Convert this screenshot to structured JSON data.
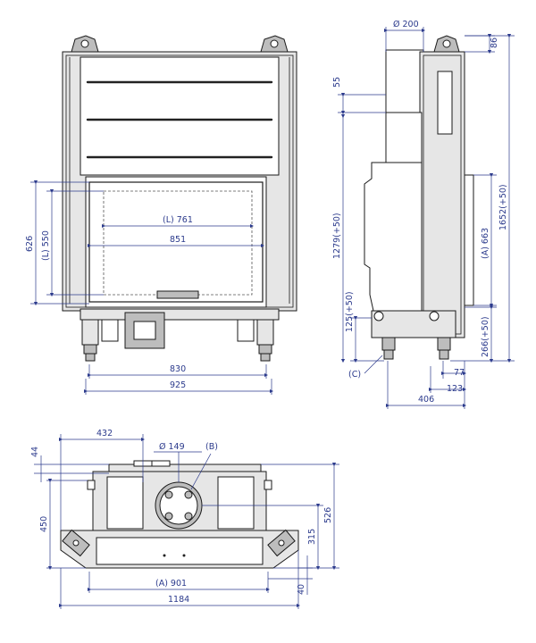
{
  "dimensions": {
    "front": {
      "l761": "(L) 761",
      "d851": "851",
      "d830": "830",
      "d925": "925",
      "d626": "626",
      "l550": "(L) 550"
    },
    "side": {
      "dia200": "Ø 200",
      "d86": "86",
      "d55": "55",
      "d1279": "1279(+50)",
      "d125": "125(+50)",
      "a663": "(A) 663",
      "d1652": "1652(+50)",
      "d266": "266(+50)",
      "c_label": "(C)",
      "d77": "77",
      "d123": "123",
      "d406": "406"
    },
    "top": {
      "d432": "432",
      "dia149": "Ø 149",
      "b_label": "(B)",
      "d44": "44",
      "d450": "450",
      "d526": "526",
      "d315": "315",
      "d40": "40",
      "a901": "(A) 901",
      "d1184": "1184"
    }
  }
}
